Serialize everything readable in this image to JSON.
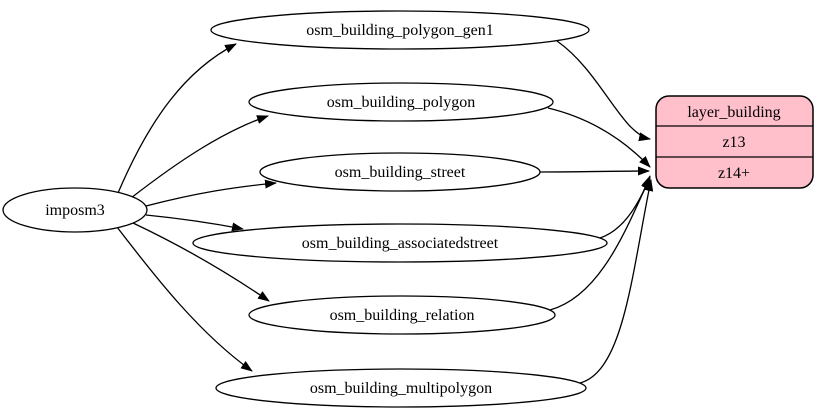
{
  "diagram": {
    "type": "etl-flow-graph",
    "source_node": {
      "label": "imposm3"
    },
    "table_nodes": [
      {
        "id": "osm_building_polygon_gen1",
        "label": "osm_building_polygon_gen1"
      },
      {
        "id": "osm_building_polygon",
        "label": "osm_building_polygon"
      },
      {
        "id": "osm_building_street",
        "label": "osm_building_street"
      },
      {
        "id": "osm_building_associatedstreet",
        "label": "osm_building_associatedstreet"
      },
      {
        "id": "osm_building_relation",
        "label": "osm_building_relation"
      },
      {
        "id": "osm_building_multipolygon",
        "label": "osm_building_multipolygon"
      }
    ],
    "layer_node": {
      "title": "layer_building",
      "rows": [
        "z13",
        "z14+"
      ]
    },
    "edges": [
      {
        "from": "imposm3",
        "to": "osm_building_polygon_gen1"
      },
      {
        "from": "imposm3",
        "to": "osm_building_polygon"
      },
      {
        "from": "imposm3",
        "to": "osm_building_street"
      },
      {
        "from": "imposm3",
        "to": "osm_building_associatedstreet"
      },
      {
        "from": "imposm3",
        "to": "osm_building_relation"
      },
      {
        "from": "imposm3",
        "to": "osm_building_multipolygon"
      },
      {
        "from": "osm_building_polygon_gen1",
        "to": "layer_building:z13"
      },
      {
        "from": "osm_building_polygon",
        "to": "layer_building:z14+"
      },
      {
        "from": "osm_building_street",
        "to": "layer_building:z14+"
      },
      {
        "from": "osm_building_associatedstreet",
        "to": "layer_building:z14+"
      },
      {
        "from": "osm_building_relation",
        "to": "layer_building:z14+"
      },
      {
        "from": "osm_building_multipolygon",
        "to": "layer_building:z14+"
      }
    ],
    "colors": {
      "layer_node_fill": "#ffc0cb",
      "node_fill": "#ffffff",
      "stroke": "#000000",
      "edge_color": "#000000",
      "background": "#ffffff"
    }
  }
}
